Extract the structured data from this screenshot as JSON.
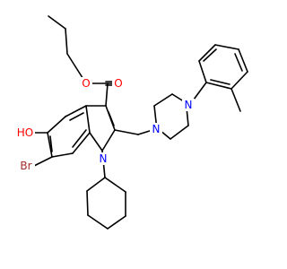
{
  "molecule": {
    "atom_labels": {
      "ester_o_single": "O",
      "ester_o_double": "O",
      "hydroxyl": "HO",
      "bromine": "Br",
      "indole_n": "N",
      "piperazine_n1": "N",
      "piperazine_n4": "N"
    },
    "colors": {
      "oxygen": "#ff0000",
      "nitrogen": "#0000ff",
      "bromine": "#a52a2a",
      "bond": "#000000",
      "background": "#ffffff"
    }
  }
}
